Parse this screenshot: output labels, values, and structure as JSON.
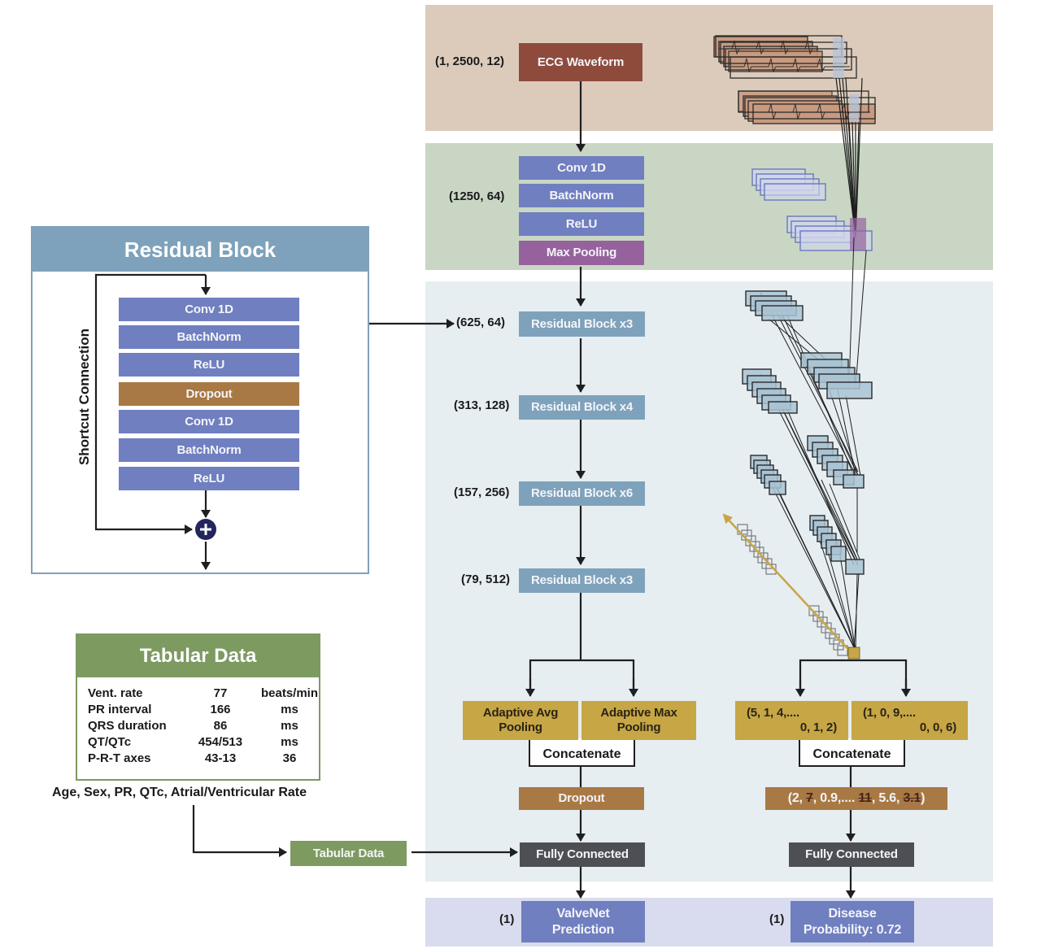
{
  "input_stage": {
    "shape": "(1, 2500, 12)",
    "box_label": "ECG Waveform"
  },
  "stem_stage": {
    "shape": "(1250, 64)",
    "layers": [
      "Conv 1D",
      "BatchNorm",
      "ReLU",
      "Max Pooling"
    ]
  },
  "residual_stages": [
    {
      "shape": "(625, 64)",
      "label": "Residual Block x3"
    },
    {
      "shape": "(313, 128)",
      "label": "Residual Block x4"
    },
    {
      "shape": "(157, 256)",
      "label": "Residual Block x6"
    },
    {
      "shape": "(79, 512)",
      "label": "Residual Block x3"
    }
  ],
  "pooling_left": {
    "avg_label_line1": "Adaptive Avg",
    "avg_label_line2": "Pooling",
    "max_label_line1": "Adaptive Max",
    "max_label_line2": "Pooling",
    "concat_label": "Concatenate",
    "dropout_label": "Dropout",
    "fc_label": "Fully Connected"
  },
  "pooling_right": {
    "vec_a_line1": "(5, 1, 4,....",
    "vec_a_line2": "0, 1, 2)",
    "vec_b_line1": "(1, 0, 9,....",
    "vec_b_line2": "0, 0, 6)",
    "concat_label": "Concatenate",
    "dropout_vector": {
      "prefix": "(2, ",
      "struck_1": "7",
      "mid": ", 0.9,.... ",
      "struck_2": "11",
      "mid2": ", 5.6, ",
      "struck_3": "3.1",
      "suffix": ")"
    },
    "fc_label": "Fully Connected"
  },
  "outputs": {
    "left_shape": "(1)",
    "left_line1": "ValveNet",
    "left_line2": "Prediction",
    "right_shape": "(1)",
    "right_line1": "Disease",
    "right_line2": "Probability: 0.72"
  },
  "residual_block_panel": {
    "title": "Residual Block",
    "shortcut_label": "Shortcut Connection",
    "layers": [
      {
        "label": "Conv 1D",
        "kind": "conv"
      },
      {
        "label": "BatchNorm",
        "kind": "conv"
      },
      {
        "label": "ReLU",
        "kind": "conv"
      },
      {
        "label": "Dropout",
        "kind": "dropout"
      },
      {
        "label": "Conv 1D",
        "kind": "conv"
      },
      {
        "label": "BatchNorm",
        "kind": "conv"
      },
      {
        "label": "ReLU",
        "kind": "conv"
      }
    ],
    "sum_icon": "plus-circle-icon"
  },
  "tabular_panel": {
    "title": "Tabular Data",
    "rows": [
      {
        "name": "Vent. rate",
        "value": "77",
        "unit": "beats/min"
      },
      {
        "name": "PR interval",
        "value": "166",
        "unit": "ms"
      },
      {
        "name": "QRS duration",
        "value": "86",
        "unit": "ms"
      },
      {
        "name": "QT/QTc",
        "value": "454/513",
        "unit": "ms"
      },
      {
        "name": "P-R-T axes",
        "value": "43-13",
        "unit": "36"
      }
    ],
    "features_caption": "Age, Sex, PR, QTc, Atrial/Ventricular Rate",
    "feature_box_label": "Tabular Data"
  },
  "colors": {
    "input_band": "#dccbbb",
    "stem_band": "#c9d6c4",
    "residual_band": "#e6eef2",
    "output_band": "#d9dcee",
    "conv": "#6f7fc0",
    "maxpool": "#96629e",
    "ecg": "#8e4b3c",
    "residual": "#7ea2bb",
    "pooling": "#c7a645",
    "dropout": "#a87944",
    "fully_connected": "#4e4f55",
    "tabular": "#7d9a60"
  }
}
